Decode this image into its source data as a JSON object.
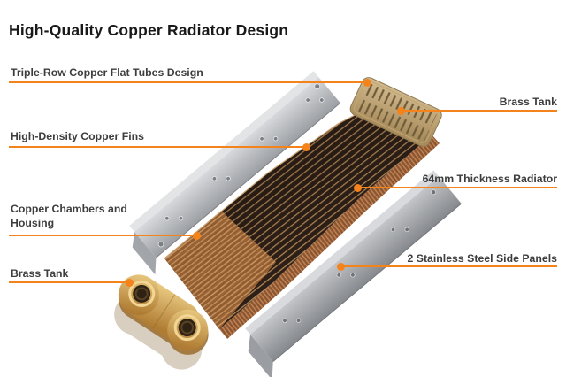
{
  "title": "High-Quality Copper Radiator Design",
  "colors": {
    "accent": "#F5831C",
    "label_text": "#3D3D3D",
    "title_text": "#191919",
    "steel_light": "#E2E4E6",
    "steel": "#A8ABAF",
    "copper_dark": "#32231A",
    "copper_stripe": "#C2945E",
    "copper_fin": "#9C6233",
    "brass_plate": "#C2A878",
    "brass_slot": "#6D5B3A",
    "gold": "#D8A54E",
    "cream_body": "#D9CFC0"
  },
  "callouts": [
    {
      "id": "triple-row-tubes",
      "label": "Triple-Row Copper Flat Tubes Design",
      "side": "left"
    },
    {
      "id": "brass-tank-top",
      "label": "Brass Tank",
      "side": "right"
    },
    {
      "id": "copper-fins",
      "label": "High-Density Copper Fins",
      "side": "left"
    },
    {
      "id": "radiator-thickness",
      "label": "64mm Thickness Radiator",
      "side": "right"
    },
    {
      "id": "copper-chambers",
      "label": "Copper Chambers and Housing",
      "side": "left"
    },
    {
      "id": "side-panels",
      "label": "2 Stainless Steel Side Panels",
      "side": "right"
    },
    {
      "id": "brass-tank-bottom",
      "label": "Brass Tank",
      "side": "left"
    }
  ],
  "illustration": {
    "description": "Exploded 3D view of a 64mm copper radiator",
    "parts": [
      "stainless-steel-side-panel-left",
      "stainless-steel-side-panel-right",
      "copper-radiator-core",
      "brass-tank-slotted-plate",
      "brass-tank-port-block"
    ]
  }
}
